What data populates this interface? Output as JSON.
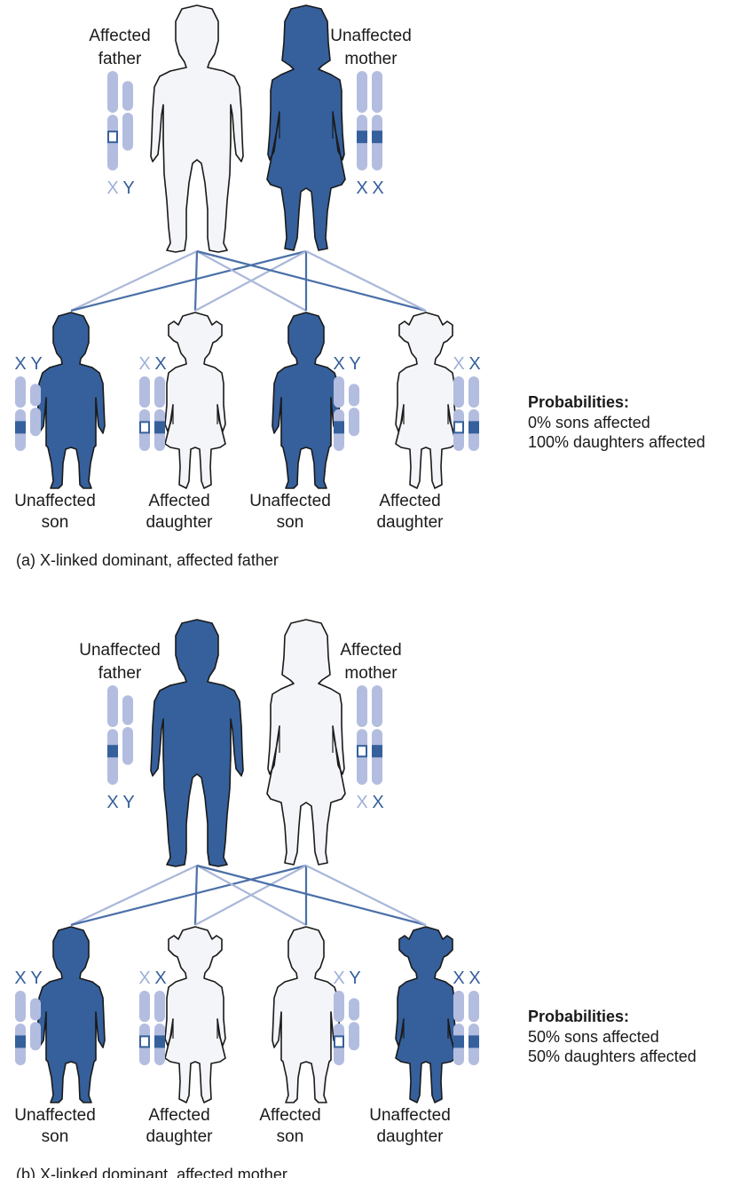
{
  "colors": {
    "affected_fill": "#f4f5f8",
    "unaffected_fill": "#35609c",
    "figure_outline": "#1a1a1a",
    "chromosome": "#b3bde0",
    "allele_dark": "#35609c",
    "cross_line_dark": "#4b70a8",
    "cross_line_light": "#a9b7d9",
    "letter_dark": "#35609c",
    "letter_light": "#9fb0d8"
  },
  "panels": [
    {
      "id": "a",
      "caption": "(a) X-linked dominant, affected father",
      "father": {
        "label": [
          "Affected",
          "father"
        ],
        "affected": true,
        "chrom": [
          "X",
          "Y"
        ],
        "letter_tone": [
          "light",
          "dark"
        ],
        "allele": "open"
      },
      "mother": {
        "label": [
          "Unaffected",
          "mother"
        ],
        "affected": false,
        "chrom": [
          "X",
          "X"
        ],
        "letter_tone": [
          "dark",
          "dark"
        ],
        "alleles": [
          "dark",
          "dark"
        ]
      },
      "children": [
        {
          "label": [
            "Unaffected",
            "son"
          ],
          "sex": "son",
          "affected": false,
          "chrom": [
            "X",
            "Y"
          ],
          "letter_tone": [
            "dark",
            "dark"
          ],
          "x_allele": "dark"
        },
        {
          "label": [
            "Affected",
            "daughter"
          ],
          "sex": "daughter",
          "affected": true,
          "chrom": [
            "X",
            "X"
          ],
          "letter_tone": [
            "light",
            "dark"
          ],
          "alleles": [
            "open",
            "dark"
          ]
        },
        {
          "label": [
            "Unaffected",
            "son"
          ],
          "sex": "son",
          "affected": false,
          "chrom": [
            "X",
            "Y"
          ],
          "letter_tone": [
            "dark",
            "dark"
          ],
          "x_allele": "dark"
        },
        {
          "label": [
            "Affected",
            "daughter"
          ],
          "sex": "daughter",
          "affected": true,
          "chrom": [
            "X",
            "X"
          ],
          "letter_tone": [
            "light",
            "dark"
          ],
          "alleles": [
            "open",
            "dark"
          ]
        }
      ],
      "probabilities": {
        "title": "Probabilities:",
        "lines": [
          "0% sons affected",
          "100% daughters affected"
        ]
      }
    },
    {
      "id": "b",
      "caption": "(b) X-linked dominant, affected mother",
      "father": {
        "label": [
          "Unaffected",
          "father"
        ],
        "affected": false,
        "chrom": [
          "X",
          "Y"
        ],
        "letter_tone": [
          "dark",
          "dark"
        ],
        "allele": "dark"
      },
      "mother": {
        "label": [
          "Affected",
          "mother"
        ],
        "affected": true,
        "chrom": [
          "X",
          "X"
        ],
        "letter_tone": [
          "light",
          "dark"
        ],
        "alleles": [
          "open",
          "dark"
        ]
      },
      "children": [
        {
          "label": [
            "Unaffected",
            "son"
          ],
          "sex": "son",
          "affected": false,
          "chrom": [
            "X",
            "Y"
          ],
          "letter_tone": [
            "dark",
            "dark"
          ],
          "x_allele": "dark"
        },
        {
          "label": [
            "Affected",
            "daughter"
          ],
          "sex": "daughter",
          "affected": true,
          "chrom": [
            "X",
            "X"
          ],
          "letter_tone": [
            "light",
            "dark"
          ],
          "alleles": [
            "open",
            "dark"
          ]
        },
        {
          "label": [
            "Affected",
            "son"
          ],
          "sex": "son",
          "affected": true,
          "chrom": [
            "X",
            "Y"
          ],
          "letter_tone": [
            "light",
            "dark"
          ],
          "x_allele": "open"
        },
        {
          "label": [
            "Unaffected",
            "daughter"
          ],
          "sex": "daughter",
          "affected": false,
          "chrom": [
            "X",
            "X"
          ],
          "letter_tone": [
            "dark",
            "dark"
          ],
          "alleles": [
            "dark",
            "dark"
          ]
        }
      ],
      "probabilities": {
        "title": "Probabilities:",
        "lines": [
          "50% sons affected",
          "50% daughters affected"
        ]
      }
    }
  ]
}
